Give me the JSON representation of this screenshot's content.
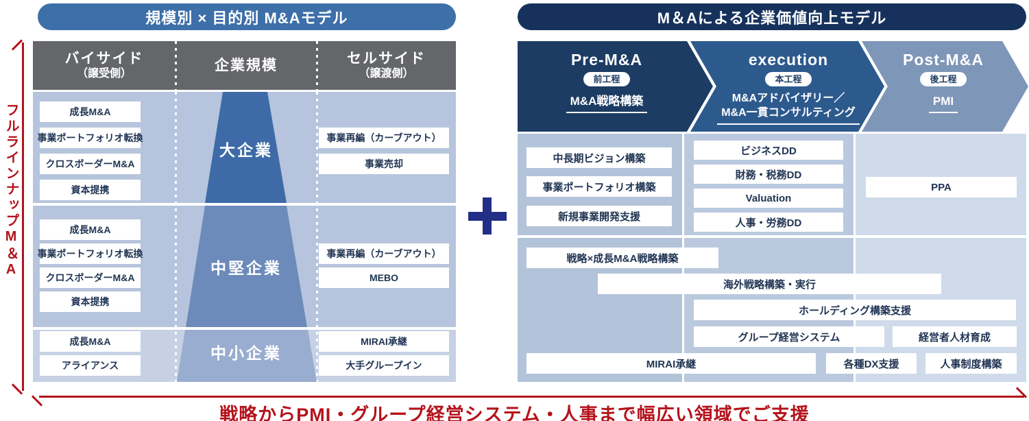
{
  "left_panel": {
    "title": "規模別 × 目的別 M&Aモデル",
    "header": {
      "buyside": "バイサイド",
      "buyside_sub": "（譲受側）",
      "scale": "企業規模",
      "sellside": "セルサイド",
      "sellside_sub": "（譲渡側）"
    },
    "tiers": [
      {
        "scale": "大企業",
        "buyside": [
          "成長M&A",
          "事業ポートフォリオ転換",
          "クロスボーダーM&A",
          "資本提携"
        ],
        "sellside": [
          "事業再編（カーブアウト）",
          "事業売却"
        ]
      },
      {
        "scale": "中堅企業",
        "buyside": [
          "成長M&A",
          "事業ポートフォリオ転換",
          "クロスボーダーM&A",
          "資本提携"
        ],
        "sellside": [
          "事業再編（カーブアウト）",
          "MEBO"
        ]
      },
      {
        "scale": "中小企業",
        "buyside": [
          "成長M&A",
          "アライアンス"
        ],
        "sellside": [
          "MIRAI承継",
          "大手グループイン"
        ]
      }
    ]
  },
  "right_panel": {
    "title": "M＆Aによる企業価値向上モデル",
    "phases": [
      {
        "name": "Pre-M&A",
        "badge": "前工程",
        "service": "M&A戦略構築"
      },
      {
        "name": "execution",
        "badge": "本工程",
        "service_line1": "M&Aアドバイザリー／",
        "service_line2": "M&A一貫コンサルティング"
      },
      {
        "name": "Post-M&A",
        "badge": "後工程",
        "service": "PMI"
      }
    ],
    "pre_items": [
      "中長期ビジョン構築",
      "事業ポートフォリオ構築",
      "新規事業開発支援"
    ],
    "execution_items": [
      "ビジネスDD",
      "財務・税務DD",
      "Valuation",
      "人事・労務DD"
    ],
    "post_items": [
      "PPA"
    ],
    "cross_phase_items": [
      "戦略×成長M&A戦略構築",
      "海外戦略構築・実行",
      "ホールディング構築支援",
      "グループ経営システム",
      "経営者人材育成",
      "MIRAI承継",
      "各種DX支援",
      "人事制度構築"
    ]
  },
  "annotations": {
    "full_lineup_vertical": "フルラインナップM＆A",
    "bottom_support": "戦略からPMI・グループ経営システム・人事まで幅広い領域でご支援",
    "plus_sign": "＋"
  },
  "colors": {
    "red": "#b5121b",
    "plus_navy": "#232e87",
    "left_title_bg": "#3d6fa9",
    "right_title_bg": "#16325c",
    "header_gray": "#646669",
    "tier_row_bg": "#b6c5dd",
    "tier_row3_bg": "#c6d1e4",
    "pyramid": [
      "#3e6ba7",
      "#6c8aba",
      "#98adcf"
    ],
    "phase_bands": [
      "#1d3c63",
      "#2d5a8d",
      "#7e96b8"
    ],
    "right_cols": [
      "#b3c3da",
      "#bac9de",
      "#cfdaea"
    ],
    "box_text": "#1f3352"
  }
}
